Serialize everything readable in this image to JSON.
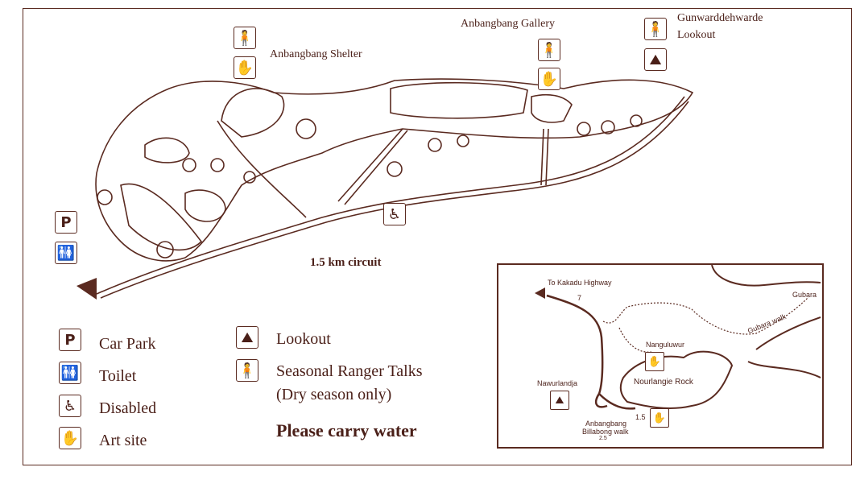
{
  "map": {
    "labels": {
      "shelter": "Anbangbang Shelter",
      "gallery": "Anbangbang Gallery",
      "lookout_line1": "Gunwarddehwarde",
      "lookout_line2": "Lookout",
      "circuit": "1.5 km circuit"
    },
    "colors": {
      "ink": "#5a2a20",
      "background": "#ffffff"
    }
  },
  "legend": {
    "items": [
      {
        "icon": "parking-icon",
        "label": "Car Park"
      },
      {
        "icon": "toilet-icon",
        "label": "Toilet"
      },
      {
        "icon": "wheelchair-icon",
        "label": "Disabled"
      },
      {
        "icon": "hand-art-icon",
        "label": "Art site"
      },
      {
        "icon": "lookout-icon",
        "label": "Lookout"
      },
      {
        "icon": "ranger-icon",
        "label": "Seasonal Ranger Talks"
      }
    ],
    "ranger_note": "(Dry season only)",
    "notice": "Please carry water"
  },
  "inset": {
    "highway": "To Kakadu Highway",
    "highway_km": "7",
    "gubara": "Gubara",
    "gubara_walk": "Gubara walk",
    "nanguluwur": "Nanguluwur",
    "nourlangie": "Nourlangie Rock",
    "nawurlandja": "Nawurlandja",
    "billabong_line1": "Anbangbang",
    "billabong_line2": "Billabong walk",
    "billabong_km": "2.5",
    "circuit_km": "1.5"
  }
}
